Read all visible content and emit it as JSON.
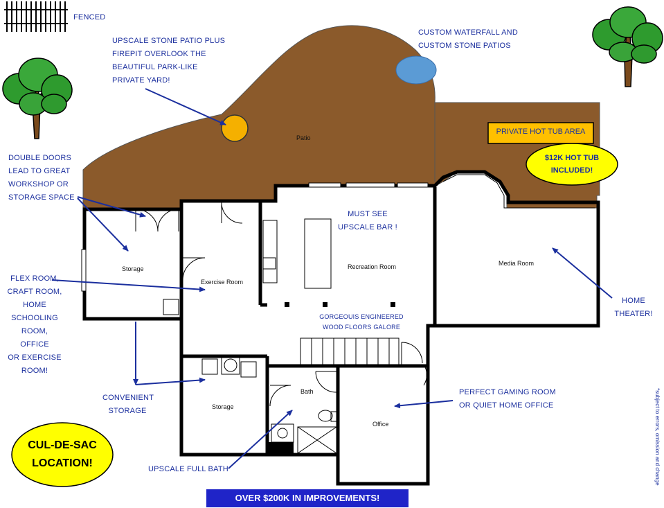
{
  "labels": {
    "fenced": "FENCED",
    "patio_firepit": "UPSCALE STONE PATIO PLUS\nFIREPIT OVERLOOK THE\nBEAUTIFUL PARK-LIKE\nPRIVATE YARD!",
    "waterfall": "CUSTOM WATERFALL AND\nCUSTOM  STONE PATIOS",
    "double_doors": "DOUBLE DOORS\nLEAD TO GREAT\nWORKSHOP OR\nSTORAGE SPACE",
    "flex_room": "FLEX ROOM,\nCRAFT ROOM,\nHOME\nSCHOOLING\nROOM,  OFFICE\nOR EXERCISE\nROOM!",
    "convenient_storage": "CONVENIENT\nSTORAGE",
    "must_see_bar": "MUST SEE\nUPSCALE BAR !",
    "floors": "GORGEOUIS ENGINEERED\nWOOD FLOORS GALORE",
    "home_theater": "HOME\nTHEATER!",
    "gaming_room": "PERFECT GAMING ROOM\nOR QUIET HOME OFFICE",
    "full_bath": "UPSCALE FULL  BATH",
    "hot_tub_area": "PRIVATE HOT TUB AREA",
    "hot_tub_included": "$12K HOT TUB\nINCLUDED!",
    "cul_de_sac": "CUL-DE-SAC\nLOCATION!",
    "improvements": "OVER $200K IN IMPROVEMENTS!",
    "disclaimer": "*subject to errors, omission and change"
  },
  "rooms": {
    "patio": "Patio",
    "storage_left": "Storage",
    "exercise": "Exercise Room",
    "recreation": "Recreation Room",
    "media": "Media Room",
    "storage_bottom": "Storage",
    "bath": "Bath",
    "office": "Office"
  },
  "colors": {
    "patio_brown": "#8b5a2b",
    "pond_blue": "#5b9bd5",
    "firepit_orange": "#f5b000",
    "callout_blue": "#1b2f9e",
    "banner_blue": "#1f24c8",
    "highlight_yellow": "#ffff00",
    "wall": "#000000"
  }
}
